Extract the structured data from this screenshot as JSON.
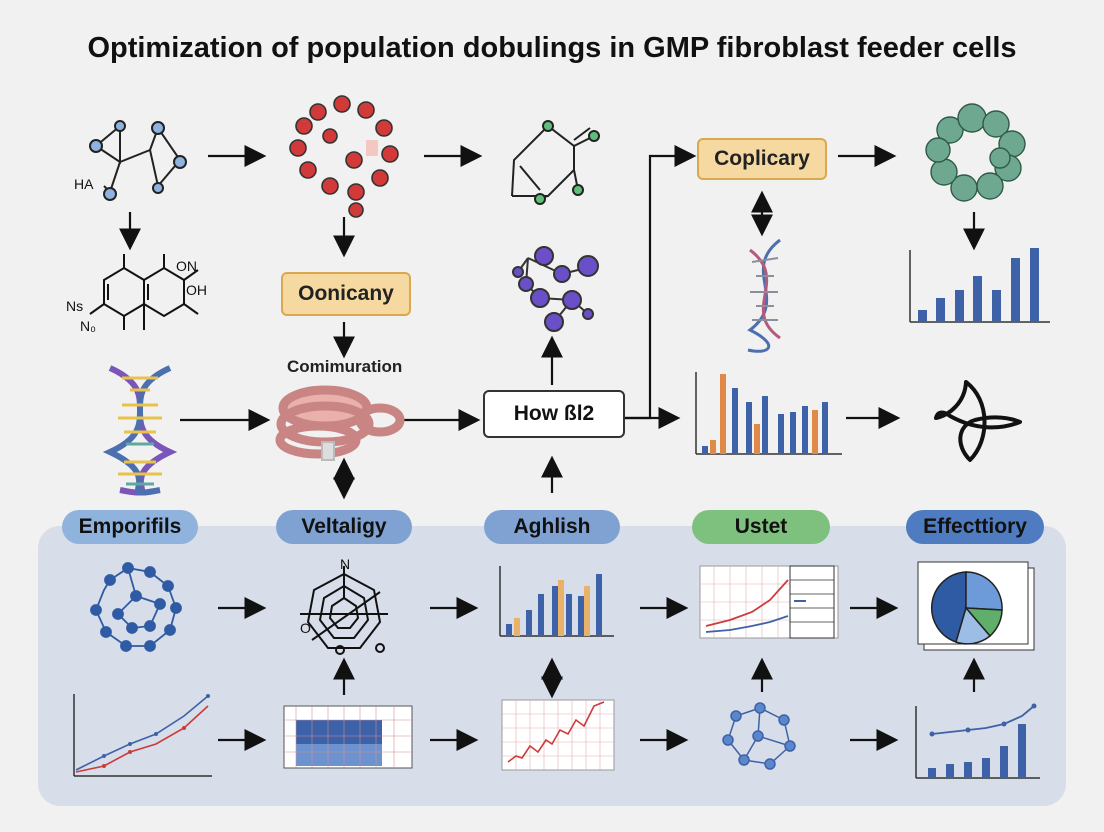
{
  "title": "Optimization of population dobulings in GMP fibroblast feeder cells",
  "boxes": {
    "coplicary": "Coplicary",
    "oonicany": "Oonicany",
    "how": "How ßl2"
  },
  "labels": {
    "comimuration": "Comimuration"
  },
  "chem": {
    "ha": "HA",
    "on": "ON",
    "oh": "OH",
    "ns": "Ns",
    "np": "N₀",
    "n": "N",
    "o": "O"
  },
  "pills": [
    {
      "label": "Emporifils",
      "color": "#8fb3dd"
    },
    {
      "label": "Veltaligy",
      "color": "#7fa2d3"
    },
    {
      "label": "Aghlish",
      "color": "#7fa2d3"
    },
    {
      "label": "Ustet",
      "color": "#7ec17e"
    },
    {
      "label": "Effecttiory",
      "color": "#4f7cc0"
    }
  ],
  "colors": {
    "accent_blue": "#3d62a8",
    "accent_orange": "#e08a4a",
    "accent_red": "#cc3a3a",
    "molecule_red": "#d23a3a",
    "molecule_purple": "#6a4fc8",
    "molecule_green": "#6fa890",
    "network_blue": "#2f5aa4"
  },
  "icons": [
    "molecule-icon",
    "ring-molecule-icon",
    "dna-icon",
    "protein-icon",
    "network-icon",
    "bar-chart-icon",
    "line-chart-icon",
    "pie-chart-icon",
    "knot-icon"
  ]
}
